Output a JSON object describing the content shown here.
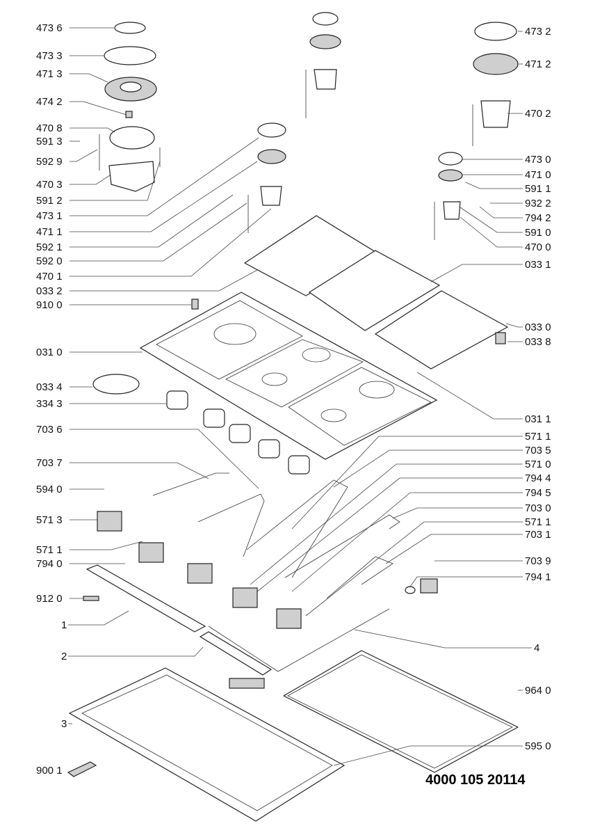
{
  "left_labels": [
    "473 6",
    "473 3",
    "471 3",
    "474 2",
    "470 8",
    "591 3",
    "592 9",
    "470 3",
    "591 2",
    "473 1",
    "471 1",
    "592 1",
    "592 0",
    "470 1",
    "033 2",
    "910 0",
    "031 0",
    "033 4",
    "334 3",
    "703 6",
    "703 7",
    "594 0",
    "571 3",
    "571 1",
    "794 0",
    "912 0",
    "1",
    "2",
    "3",
    "900 1"
  ],
  "right_labels": [
    "473 2",
    "471 2",
    "470 2",
    "473 0",
    "471 0",
    "591 1",
    "932 2",
    "794 2",
    "591 0",
    "470 0",
    "033 1",
    "033 0",
    "033 8",
    "031 1",
    "571 1",
    "703 5",
    "571 0",
    "794 4",
    "794 5",
    "703 0",
    "571 1",
    "703 1",
    "703 9",
    "794 1",
    "4",
    "964 0",
    "595 0"
  ],
  "document_number": "4000 105 20114"
}
